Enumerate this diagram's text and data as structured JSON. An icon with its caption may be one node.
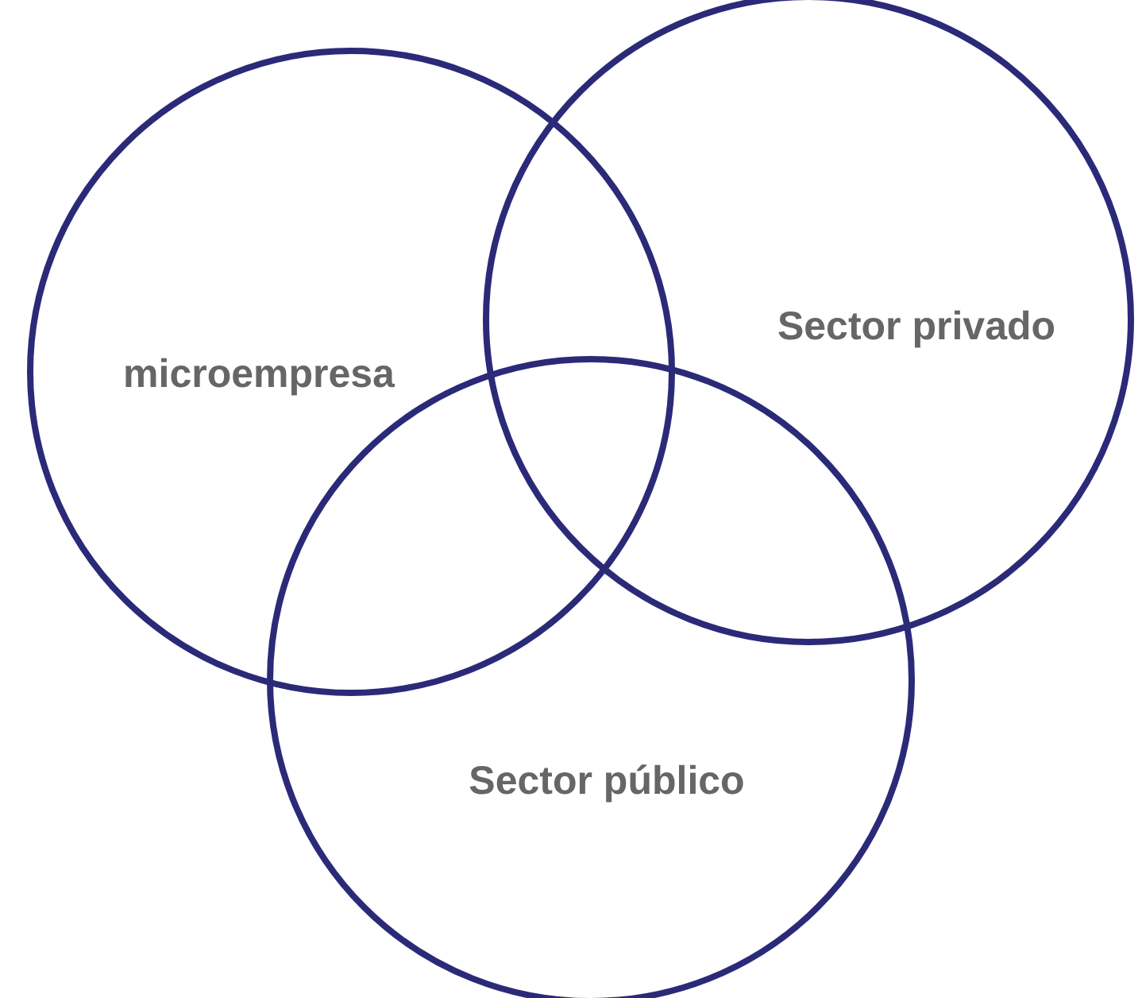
{
  "diagram": {
    "nodes": [
      {
        "text": [
          "microempresa"
        ]
      },
      {
        "text": [
          "Sector privado"
        ]
      },
      {
        "text": [
          "Sector público"
        ]
      }
    ]
  }
}
